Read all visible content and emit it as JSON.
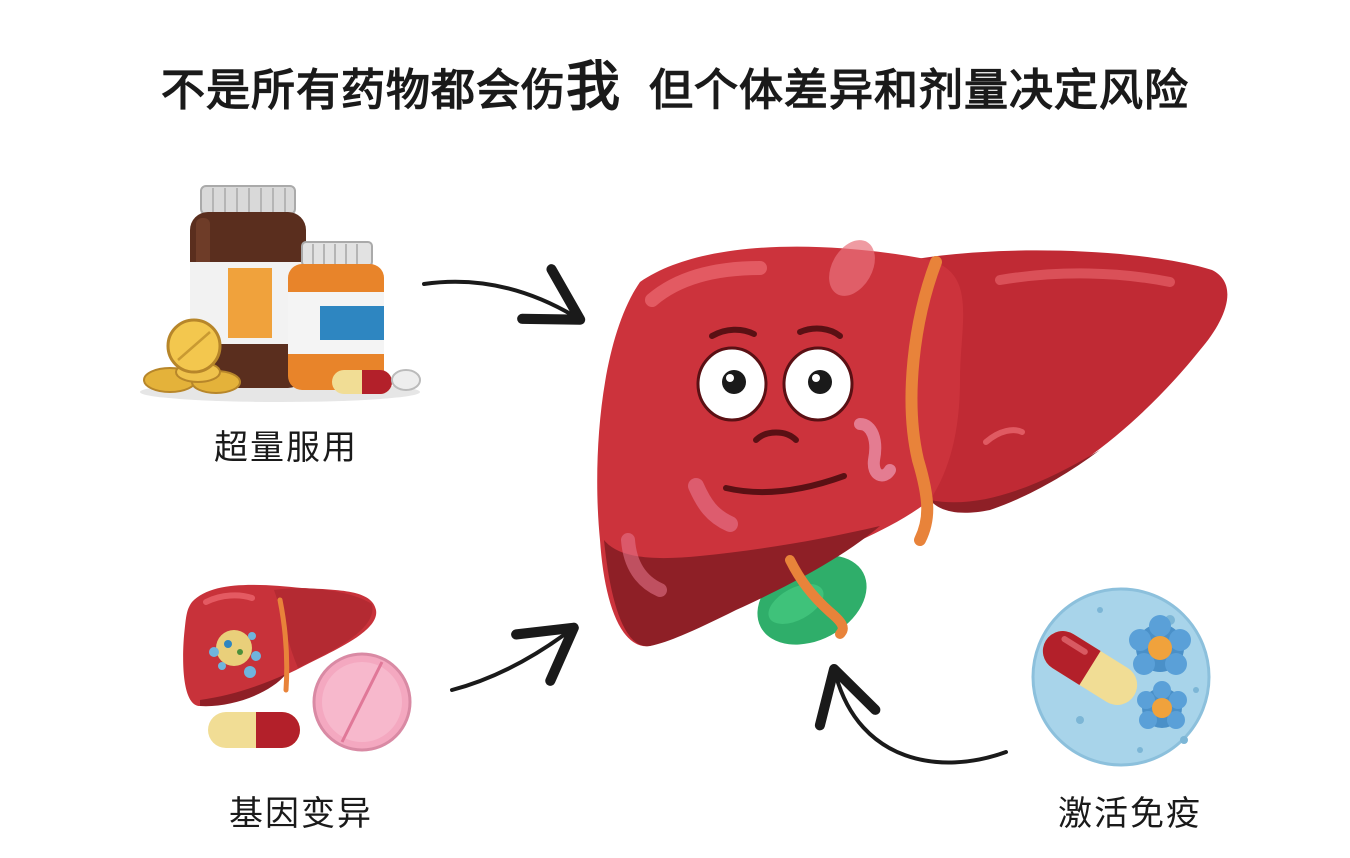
{
  "title": {
    "part1": "不是所有药物都会伤",
    "emphasis": "我",
    "part2": "但个体差异和剂量决定风险"
  },
  "causes": [
    {
      "label": "超量服用",
      "icon": "medicine-bottles"
    },
    {
      "label": "基因变异",
      "icon": "liver-with-pills"
    },
    {
      "label": "激活免疫",
      "icon": "capsule-with-immune-cells"
    }
  ],
  "center": {
    "icon": "cartoon-liver"
  },
  "colors": {
    "liver": "#c8323a",
    "liver_dark": "#8e1f26",
    "gallbladder": "#2fae6a",
    "bile_duct": "#e8833a",
    "arrow": "#1a1a1a",
    "immune_bg": "#a8d4ea"
  }
}
